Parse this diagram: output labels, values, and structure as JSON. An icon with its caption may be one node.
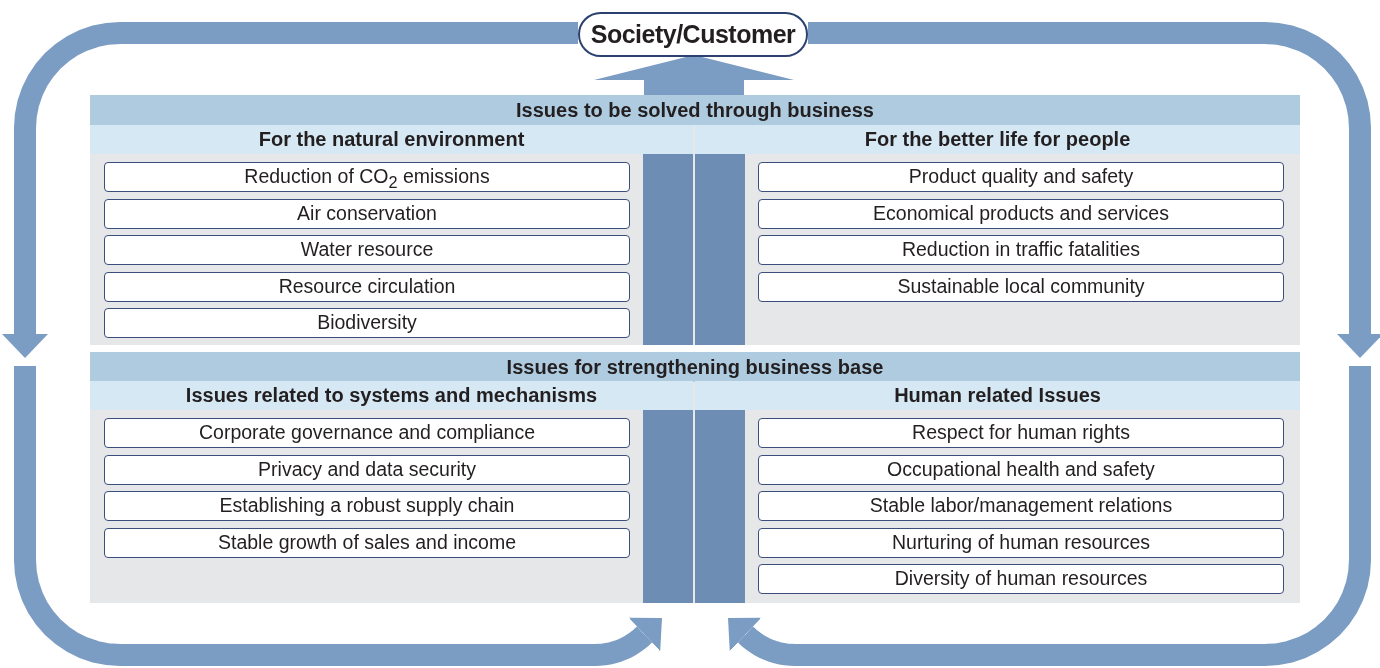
{
  "diagram": {
    "nodes": [
      {
        "text": [
          "Society/Customer"
        ]
      },
      {
        "text": [
          "Issues to be solved through business"
        ]
      },
      {
        "text": [
          "For the natural environment"
        ],
        "in": 1
      },
      {
        "text": [
          "Reduction of CO$_{2}$ emissions"
        ],
        "in": 2
      },
      {
        "text": [
          "Air conservation"
        ],
        "in": 2
      },
      {
        "text": [
          "Water resource"
        ],
        "in": 2
      },
      {
        "text": [
          "Resource circulation"
        ],
        "in": 2
      },
      {
        "text": [
          "Biodiversity"
        ],
        "in": 2
      },
      {
        "text": [
          "For the better life for people"
        ],
        "in": 1
      },
      {
        "text": [
          "Product quality and safety"
        ],
        "in": 8
      },
      {
        "text": [
          "Economical products and services"
        ],
        "in": 8
      },
      {
        "text": [
          "Reduction in traffic fatalities"
        ],
        "in": 8
      },
      {
        "text": [
          "Sustainable local community"
        ],
        "in": 8
      },
      {
        "text": [
          "Issues for strengthening business base"
        ]
      },
      {
        "text": [
          "Issues related to systems and mechanisms"
        ],
        "in": 13
      },
      {
        "text": [
          "Corporate governance and compliance"
        ],
        "in": 14
      },
      {
        "text": [
          "Privacy and data security"
        ],
        "in": 14
      },
      {
        "text": [
          "Establishing a robust supply chain"
        ],
        "in": 14
      },
      {
        "text": [
          "Stable growth of sales and income"
        ],
        "in": 14
      },
      {
        "text": [
          "Human related Issues"
        ],
        "in": 13
      },
      {
        "text": [
          "Respect for human rights"
        ],
        "in": 19
      },
      {
        "text": [
          "Occupational health and safety"
        ],
        "in": 19
      },
      {
        "text": [
          "Stable labor/management relations"
        ],
        "in": 19
      },
      {
        "text": [
          "Nurturing of human resources"
        ],
        "in": 19
      },
      {
        "text": [
          "Diversity of human resources"
        ],
        "in": 19
      }
    ],
    "edges": [
      {
        "from": 0,
        "to": 13,
        "arrow": "to"
      },
      {
        "from": 0,
        "to": 13,
        "arrow": "to"
      },
      {
        "from": null,
        "to": 13,
        "arrow": "to"
      },
      {
        "from": null,
        "to": 13,
        "arrow": "to"
      },
      {
        "from": 1,
        "to": 0,
        "arrow": "to",
        "style": "thick"
      }
    ]
  }
}
